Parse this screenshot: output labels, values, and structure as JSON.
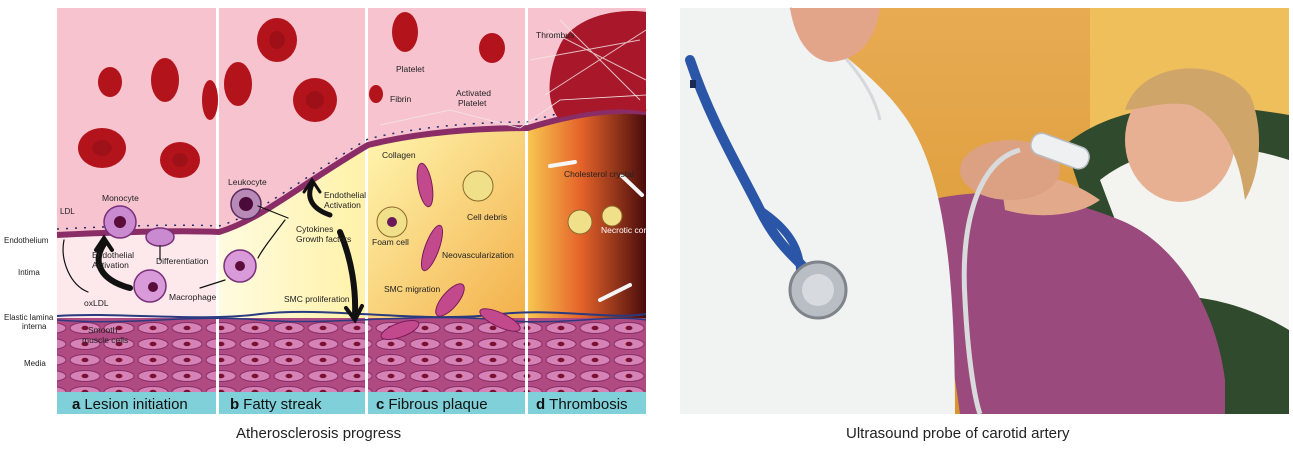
{
  "left_panel": {
    "caption": "Atherosclerosis progress",
    "side_labels": [
      {
        "id": "ldl",
        "text": "LDL"
      },
      {
        "id": "endothelium",
        "text": "Endothelium"
      },
      {
        "id": "intima",
        "text": "Intima"
      },
      {
        "id": "elastic1",
        "text": "Elastic lamina"
      },
      {
        "id": "elastic2",
        "text": "interna"
      },
      {
        "id": "media",
        "text": "Media"
      }
    ],
    "stages": [
      {
        "letter": "a",
        "title": "Lesion initiation"
      },
      {
        "letter": "b",
        "title": "Fatty streak"
      },
      {
        "letter": "c",
        "title": "Fibrous plaque"
      },
      {
        "letter": "d",
        "title": "Thrombosis"
      }
    ],
    "labels": {
      "monocyte": "Monocyte",
      "endo_act_a1": "Endothelial",
      "endo_act_a2": "Activation",
      "differentiation": "Differentiation",
      "oxldl": "oxLDL",
      "macrophage": "Macrophage",
      "smc1": "Smooth",
      "smc2": "muscle cells",
      "leukocyte": "Leukocyte",
      "endo_act_b1": "Endothelial",
      "endo_act_b2": "Activation",
      "cytokines": "Cytokines",
      "growth": "Growth factors",
      "smc_prolif": "SMC proliferation",
      "platelet": "Platelet",
      "fibrin": "Fibrin",
      "activated1": "Activated",
      "activated2": "Platelet",
      "collagen": "Collagen",
      "foam": "Foam cell",
      "cell_debris": "Cell debris",
      "neovasc": "Neovascularization",
      "smc_migration": "SMC migration",
      "thrombus": "Thrombus",
      "cholesterol": "Cholesterol crystal",
      "necrotic": "Necrotic core"
    }
  },
  "right_panel": {
    "caption": "Ultrasound probe of carotid artery"
  },
  "colors": {
    "lumen": "#f7c3cf",
    "rbc": "#b3141c",
    "media": "#b04a82",
    "stage_bar": "#7fd0d8",
    "wall_bg": "#f5d0bf",
    "room_wall": "#e7a942",
    "scrubs": "#9a4a7c",
    "coat": "#f1f2f2",
    "stethoscope": "#2b55a6"
  }
}
